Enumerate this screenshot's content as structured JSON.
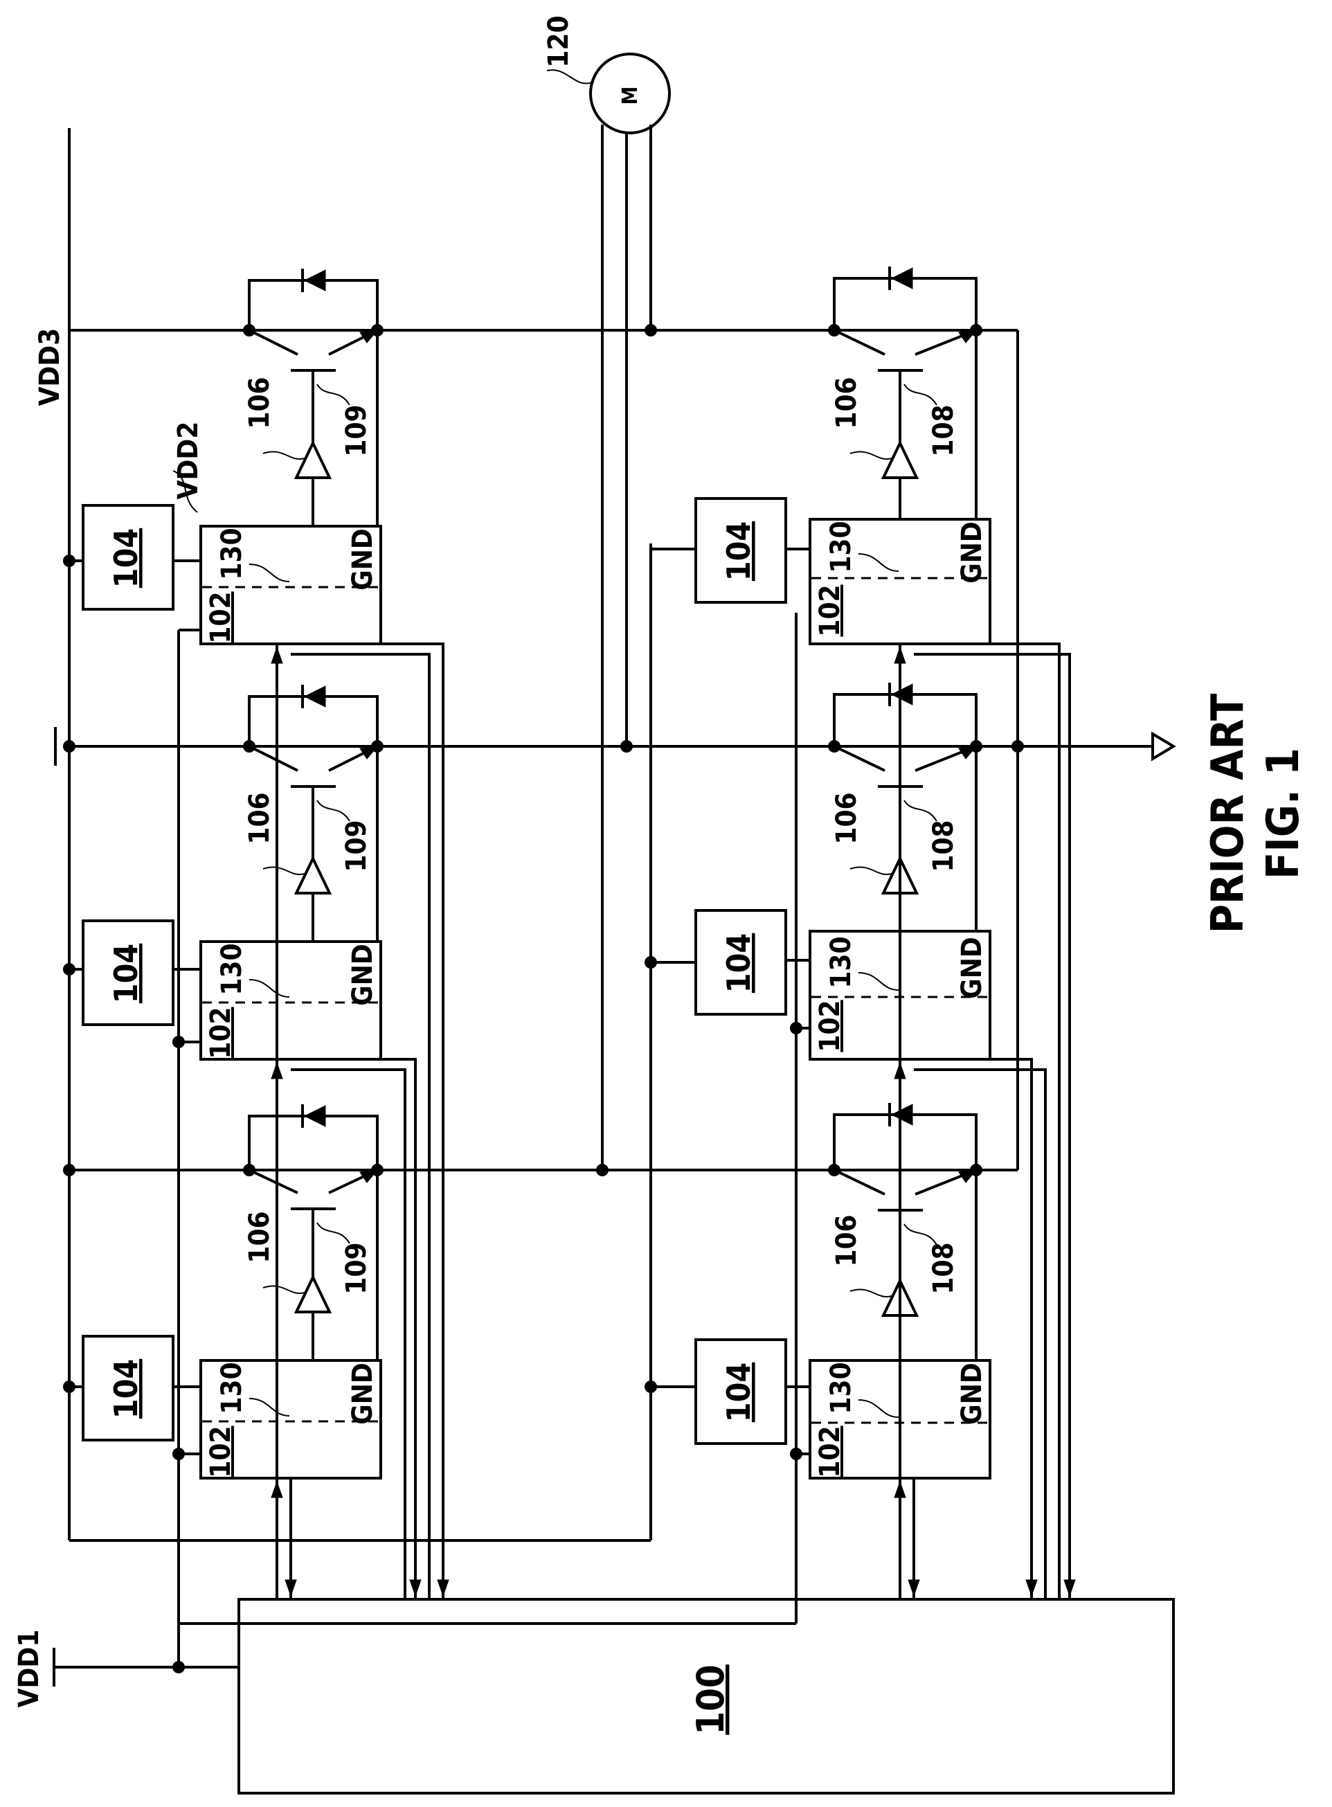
{
  "figure": {
    "prior_art": "PRIOR ART",
    "fig": "FIG. 1"
  },
  "labels": {
    "controller": "100",
    "vdd1": "VDD1",
    "vdd2": "VDD2",
    "vdd3": "VDD3",
    "motor_ref": "120",
    "motor_symbol": "M",
    "driver": "102",
    "supply": "104",
    "buffer": "106",
    "isolation": "130",
    "ground": "GND",
    "upper_gate": "109",
    "lower_gate": "108"
  }
}
